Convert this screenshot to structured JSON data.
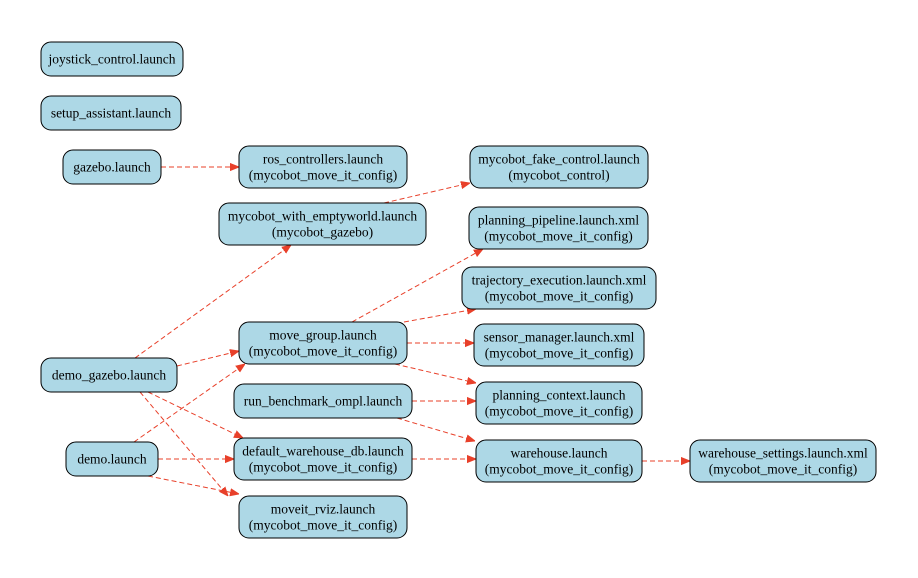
{
  "diagram": {
    "colors": {
      "node_fill": "#add8e6",
      "node_stroke": "#000000",
      "edge": "#e8402a"
    },
    "nodes": [
      {
        "id": "joystick",
        "lines": [
          "joystick_control.launch"
        ]
      },
      {
        "id": "setup",
        "lines": [
          "setup_assistant.launch"
        ]
      },
      {
        "id": "gazebo",
        "lines": [
          "gazebo.launch"
        ]
      },
      {
        "id": "ros_controllers",
        "lines": [
          "ros_controllers.launch",
          "(mycobot_move_it_config)"
        ]
      },
      {
        "id": "fake_control",
        "lines": [
          "mycobot_fake_control.launch",
          "(mycobot_control)"
        ]
      },
      {
        "id": "emptyworld",
        "lines": [
          "mycobot_with_emptyworld.launch",
          "(mycobot_gazebo)"
        ]
      },
      {
        "id": "planning_pipeline",
        "lines": [
          "planning_pipeline.launch.xml",
          "(mycobot_move_it_config)"
        ]
      },
      {
        "id": "trajectory",
        "lines": [
          "trajectory_execution.launch.xml",
          "(mycobot_move_it_config)"
        ]
      },
      {
        "id": "move_group",
        "lines": [
          "move_group.launch",
          "(mycobot_move_it_config)"
        ]
      },
      {
        "id": "sensor_manager",
        "lines": [
          "sensor_manager.launch.xml",
          "(mycobot_move_it_config)"
        ]
      },
      {
        "id": "demo_gazebo",
        "lines": [
          "demo_gazebo.launch"
        ]
      },
      {
        "id": "run_benchmark",
        "lines": [
          "run_benchmark_ompl.launch"
        ]
      },
      {
        "id": "planning_context",
        "lines": [
          "planning_context.launch",
          "(mycobot_move_it_config)"
        ]
      },
      {
        "id": "demo",
        "lines": [
          "demo.launch"
        ]
      },
      {
        "id": "default_warehouse",
        "lines": [
          "default_warehouse_db.launch",
          "(mycobot_move_it_config)"
        ]
      },
      {
        "id": "warehouse",
        "lines": [
          "warehouse.launch",
          "(mycobot_move_it_config)"
        ]
      },
      {
        "id": "warehouse_settings",
        "lines": [
          "warehouse_settings.launch.xml",
          "(mycobot_move_it_config)"
        ]
      },
      {
        "id": "moveit_rviz",
        "lines": [
          "moveit_rviz.launch",
          "(mycobot_move_it_config)"
        ]
      }
    ],
    "edges": [
      {
        "from": "gazebo",
        "to": "ros_controllers"
      },
      {
        "from": "emptyworld",
        "to": "fake_control"
      },
      {
        "from": "demo_gazebo",
        "to": "emptyworld"
      },
      {
        "from": "demo_gazebo",
        "to": "move_group"
      },
      {
        "from": "demo_gazebo",
        "to": "default_warehouse"
      },
      {
        "from": "demo_gazebo",
        "to": "moveit_rviz"
      },
      {
        "from": "move_group",
        "to": "planning_pipeline"
      },
      {
        "from": "move_group",
        "to": "trajectory"
      },
      {
        "from": "move_group",
        "to": "sensor_manager"
      },
      {
        "from": "move_group",
        "to": "planning_context"
      },
      {
        "from": "run_benchmark",
        "to": "planning_context"
      },
      {
        "from": "run_benchmark",
        "to": "warehouse"
      },
      {
        "from": "demo",
        "to": "move_group"
      },
      {
        "from": "demo",
        "to": "default_warehouse"
      },
      {
        "from": "demo",
        "to": "moveit_rviz"
      },
      {
        "from": "default_warehouse",
        "to": "warehouse"
      },
      {
        "from": "warehouse",
        "to": "warehouse_settings"
      }
    ]
  }
}
